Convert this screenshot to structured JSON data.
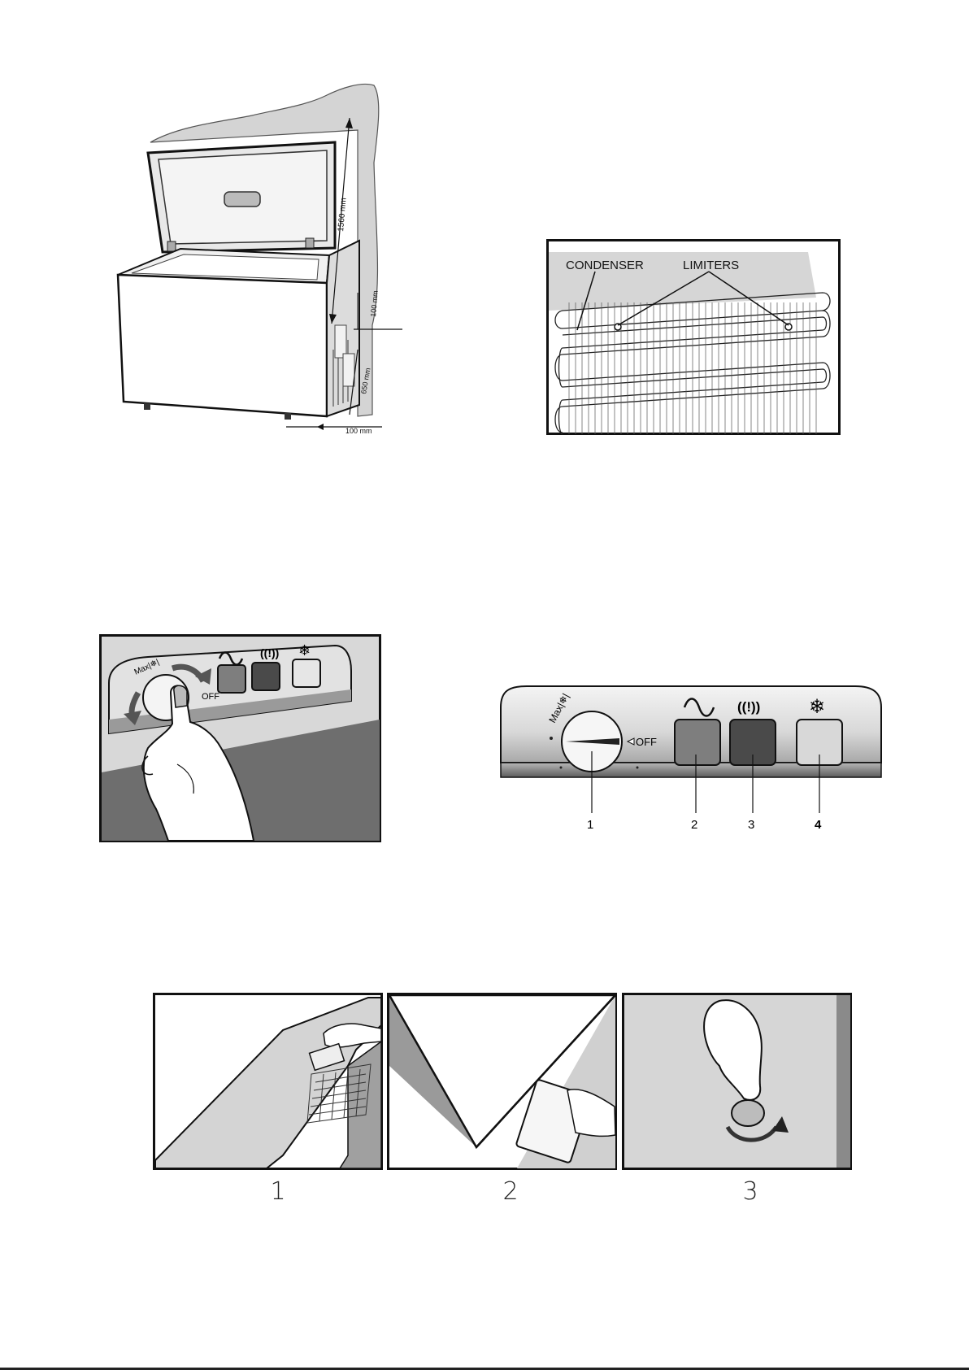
{
  "installation": {
    "height_label": "1560 mm",
    "top_gap_label": "100 mm",
    "side_depth_label": "650 mm",
    "bottom_gap_label": "100 mm"
  },
  "condenser": {
    "condenser_label": "CONDENSER",
    "limiters_label": "LIMITERS"
  },
  "panel_closeup": {
    "knob_text": "Max|❄|",
    "off_text": "OFF"
  },
  "control_panel": {
    "knob_text": "Max|❄|",
    "off_text": "OFF",
    "icons": [
      "power-wave-icon",
      "alarm-icon",
      "snowflake-icon"
    ],
    "colors": {
      "lamp_power": "#7e7e7e",
      "lamp_alarm": "#4a4a4a",
      "lamp_fast_freeze": "#d8d8d8"
    },
    "callouts": [
      "1",
      "2",
      "3",
      "4"
    ]
  },
  "steps": {
    "labels": [
      "1",
      "2",
      "3"
    ]
  }
}
